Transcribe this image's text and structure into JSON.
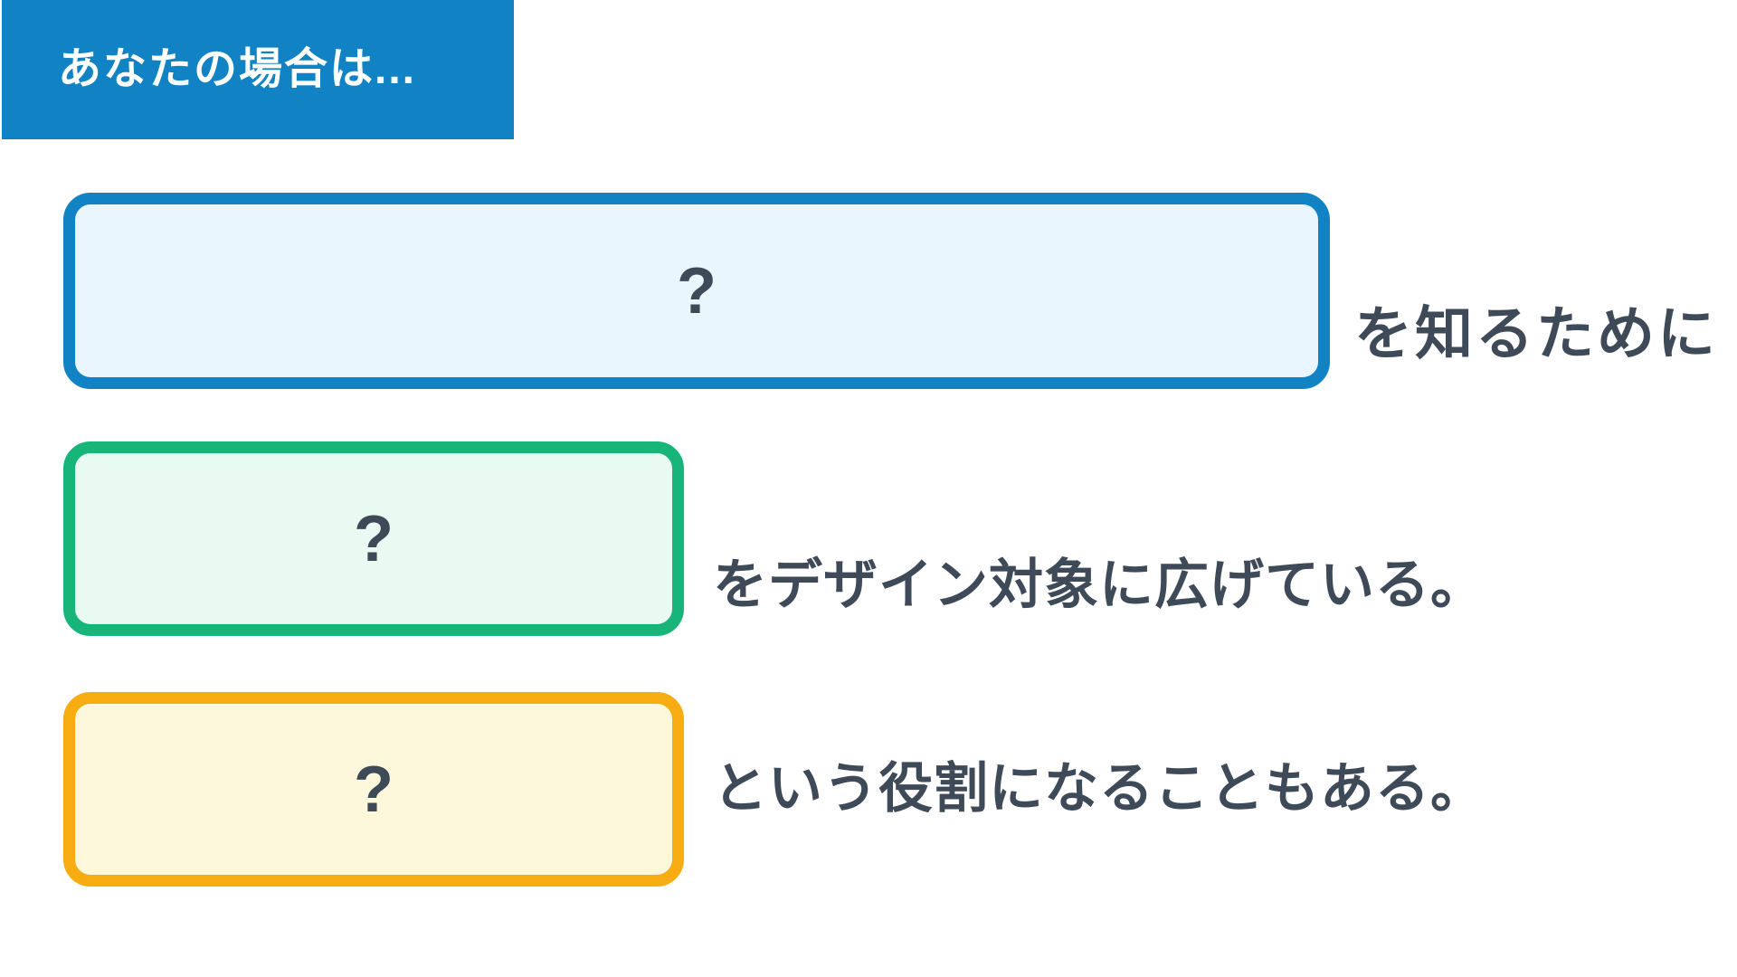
{
  "header": {
    "label": "あなたの場合は..."
  },
  "colors": {
    "canvas-bg": "#FFFFFF",
    "header-bg": "#1182C3",
    "header-text": "#FFFFFF",
    "blue-border": "#1182C3",
    "blue-fill": "#E9F6FD",
    "green-border": "#18B57B",
    "green-fill": "#E8FAF1",
    "orange-border": "#F7AC12",
    "orange-fill": "#FDF8DC",
    "text": "#3F4A59"
  },
  "rows": [
    {
      "box_value": "?",
      "caption": "を知るために",
      "color_name": "blue"
    },
    {
      "box_value": "?",
      "caption": "をデザイン対象に広げている。",
      "color_name": "green"
    },
    {
      "box_value": "?",
      "caption": "という役割になることもある。",
      "color_name": "orange"
    }
  ]
}
